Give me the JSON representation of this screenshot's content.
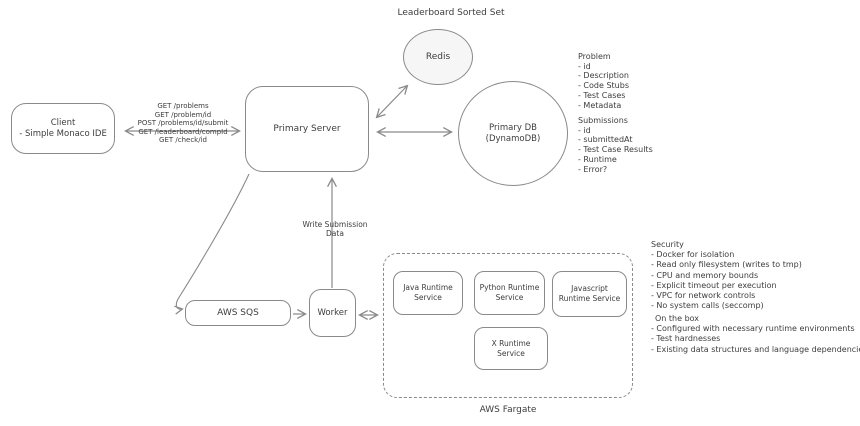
{
  "colors": {
    "background": "#ffffff",
    "stroke": "#8a8a8a",
    "text": "#3d3d3d",
    "redis_fill": "#f6f6f6"
  },
  "nodes": {
    "client": {
      "line1": "Client",
      "line2": "- Simple Monaco IDE"
    },
    "primary_server": {
      "label": "Primary Server"
    },
    "redis": {
      "label": "Redis",
      "title": "Leaderboard Sorted Set"
    },
    "primary_db": {
      "line1": "Primary DB",
      "line2": "(DynamoDB)"
    },
    "aws_sqs": {
      "label": "AWS SQS"
    },
    "worker": {
      "label": "Worker"
    },
    "java_runtime": {
      "label": "Java Runtime Service"
    },
    "python_runtime": {
      "label": "Python Runtime Service"
    },
    "javascript_runtime": {
      "label": "Javascript Runtime Service"
    },
    "x_runtime": {
      "label": "X Runtime Service"
    },
    "fargate": {
      "caption": "AWS Fargate"
    }
  },
  "edges": {
    "client_server": {
      "labels": [
        "GET /problems",
        "GET /problem/id",
        "POST /problems/id/submit",
        "GET /leaderboard/compId",
        "GET /check/id"
      ]
    },
    "worker_server": {
      "line1": "Write Submission",
      "line2": "Data"
    }
  },
  "annotations": {
    "problem": {
      "title": "Problem",
      "items": [
        "- id",
        "- Description",
        "- Code Stubs",
        "- Test Cases",
        "- Metadata"
      ]
    },
    "submissions": {
      "title": "Submissions",
      "items": [
        "- id",
        "- submittedAt",
        "- Test Case Results",
        "- Runtime",
        "- Error?"
      ]
    },
    "security": {
      "title": "Security",
      "items": [
        "- Docker for isolation",
        "- Read only filesystem (writes to tmp)",
        "- CPU and memory bounds",
        "- Explicit timeout per execution",
        "- VPC for network controls",
        "- No system calls (seccomp)"
      ]
    },
    "on_the_box": {
      "title": "On the box",
      "items": [
        "- Configured with necessary runtime environments",
        "- Test hardnesses",
        "- Existing data structures and language dependencies"
      ]
    }
  }
}
